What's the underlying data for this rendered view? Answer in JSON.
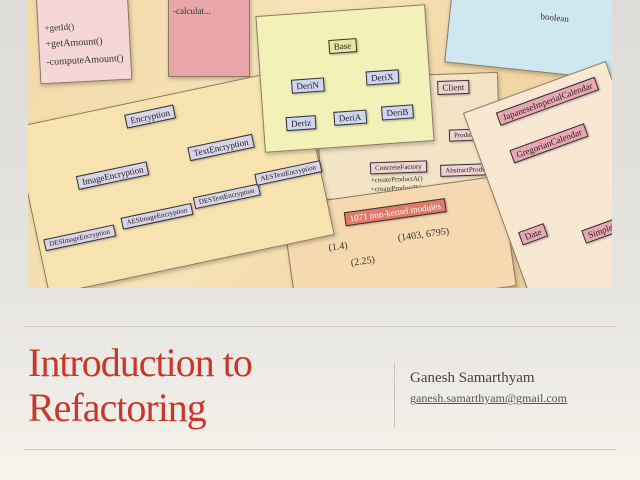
{
  "slide": {
    "title_line1": "Introduction to",
    "title_line2": "Refactoring",
    "author": "Ganesh Samarthyam",
    "email": "ganesh.samarthyam@gmail.com",
    "title_color": "#c9372c"
  },
  "collage": {
    "uml_methods": [
      "+getId()",
      "+getAmount()",
      "-computeAmount()"
    ],
    "calc_note": "-calculat...",
    "hierarchy1": [
      "Encryption",
      "ImageEncryption",
      "TextEncryption",
      "DESImageEncryption",
      "AESImageEncryption",
      "DESTextEncryption",
      "AESTextEncryption"
    ],
    "hierarchy2": [
      "Base",
      "DeriN",
      "DeriX",
      "Deriz",
      "DeriA",
      "DeriB"
    ],
    "factory": [
      "Client",
      "ConcreteFactory",
      "+createProductA()",
      "+createProductB()",
      "AbstractProductB",
      "ProductA"
    ],
    "modules": "1071 non-kernel modules",
    "counts": [
      "(1403, 6795)",
      "(1.4)",
      "(2.25)"
    ],
    "calendar": [
      "JapaneseImperialCalendar",
      "GregorianCalendar",
      "Date",
      "SimpleTimeZone"
    ],
    "boolean_note": "boolean"
  }
}
